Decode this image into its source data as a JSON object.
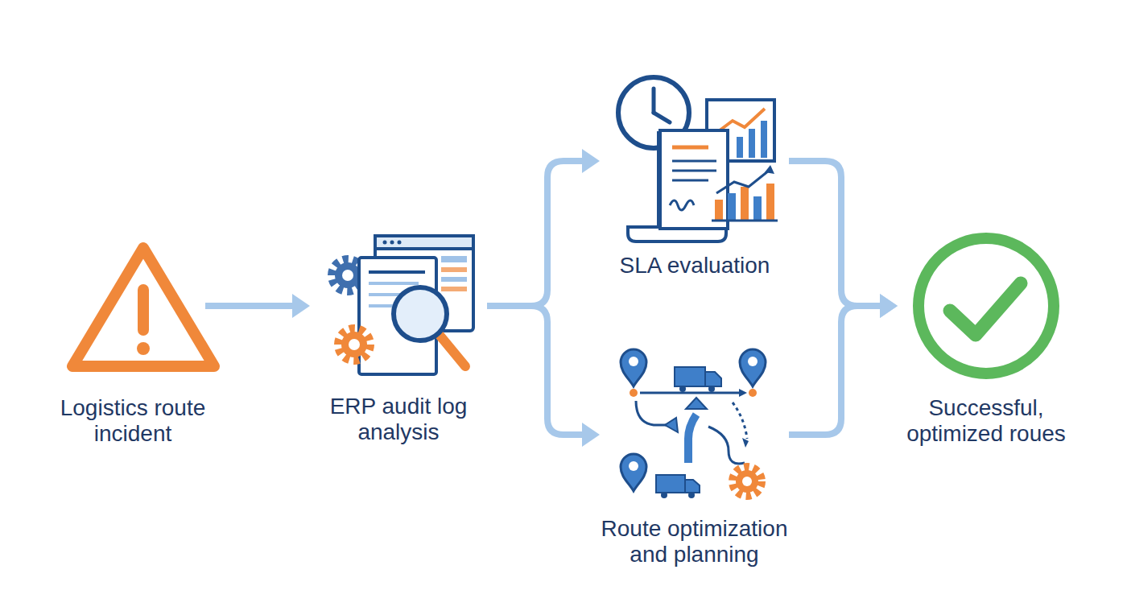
{
  "diagram": {
    "nodes": [
      {
        "text": [
          "Logistics route incident"
        ]
      },
      {
        "text": [
          "ERP audit log analysis"
        ]
      },
      {
        "text": [
          "SLA evaluation"
        ]
      },
      {
        "text": [
          "Route optimization and planning"
        ]
      },
      {
        "text": [
          "Successful, optimized roues"
        ]
      }
    ],
    "edges": [
      {
        "from": 0,
        "to": 1,
        "arrow": "to"
      },
      {
        "from": 1,
        "to": 2,
        "arrow": "to"
      },
      {
        "from": 1,
        "to": 3,
        "arrow": "to"
      },
      {
        "from": 2,
        "to": 4,
        "arrow": "to"
      },
      {
        "from": 3,
        "to": 4,
        "arrow": "to"
      }
    ]
  }
}
